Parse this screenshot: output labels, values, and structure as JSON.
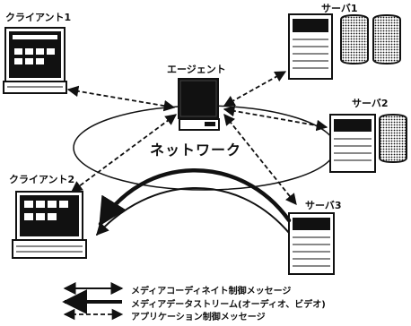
{
  "nodes": {
    "client1": "クライアント1",
    "client2": "クライアント2",
    "agent": "エージェント",
    "server1": "サーバ1",
    "server2": "サーバ2",
    "server3": "サーバ3",
    "network": "ネットワーク"
  },
  "legend": {
    "control": "メディアコーディネイト制御メッセージ",
    "stream": "メディアデータストリーム(オーディオ、ビデオ)",
    "app": "アプリケーション制御メッセージ"
  },
  "colors": {
    "ink": "#111111",
    "paper": "#ffffff"
  }
}
